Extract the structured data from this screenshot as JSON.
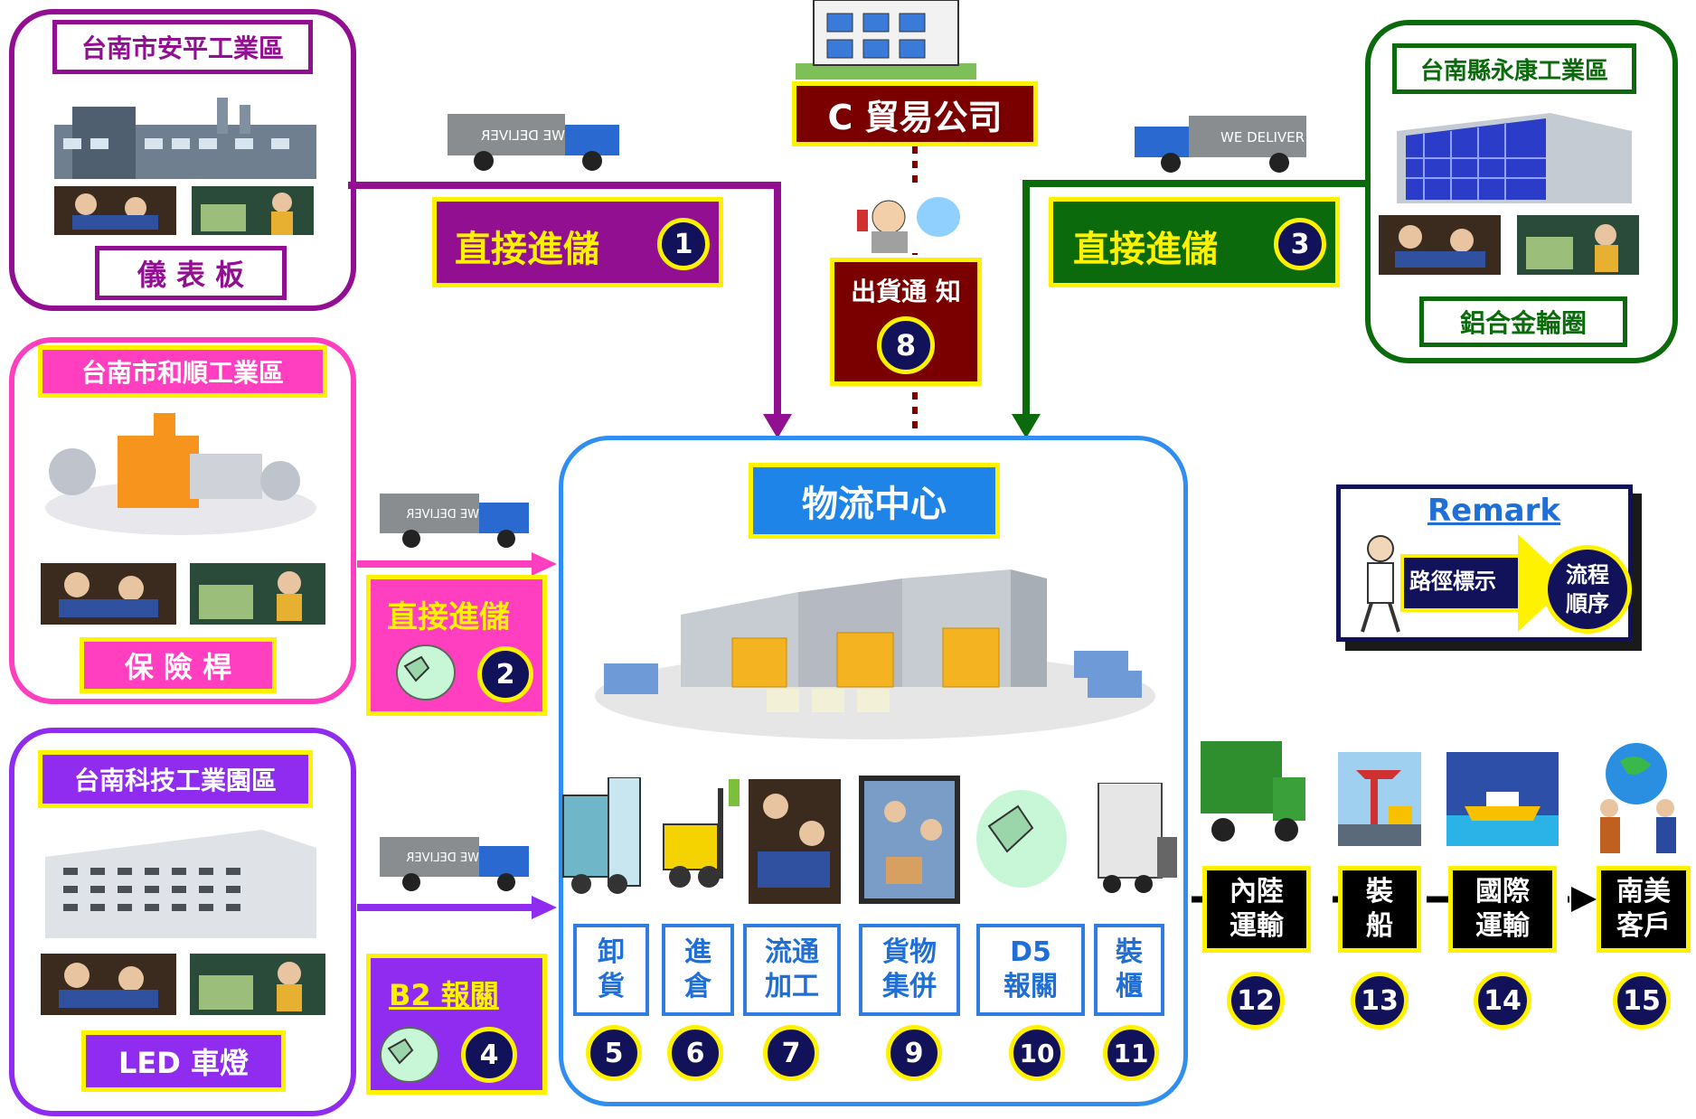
{
  "zones": {
    "anping": {
      "area": "台南市安平工業區",
      "product": "儀 表 板",
      "color": "#920f92"
    },
    "heshun": {
      "area": "台南市和順工業區",
      "product": "保 險 桿",
      "color": "#ff3fbf"
    },
    "science": {
      "area": "台南科技工業園區",
      "product": "LED 車燈",
      "color": "#8f2cf0"
    },
    "yongkang": {
      "area": "台南縣永康工業區",
      "product": "鋁合金輪圈",
      "color": "#0b6a0b"
    }
  },
  "flows": {
    "flow1": {
      "label": "直接進儲",
      "number": "1"
    },
    "flow2": {
      "label": "直接進儲",
      "number": "2"
    },
    "flow3": {
      "label": "直接進儲",
      "number": "3"
    },
    "flow4": {
      "label": "B2 報關",
      "number": "4"
    }
  },
  "truck_text": "WE DELIVER",
  "company": {
    "name": "C 貿易公司"
  },
  "notice": {
    "label": "出貨通 知",
    "number": "8"
  },
  "center": {
    "title": "物流中心",
    "color": "#2f8ef0"
  },
  "steps": [
    {
      "label": "卸\n貨",
      "number": "5"
    },
    {
      "label": "進\n倉",
      "number": "6"
    },
    {
      "label": "流通\n加工",
      "number": "7"
    },
    {
      "label": "貨物\n集併",
      "number": "9"
    },
    {
      "label": "D5\n報關",
      "number": "10"
    },
    {
      "label": "裝\n櫃",
      "number": "11"
    }
  ],
  "transport": [
    {
      "label": "內陸\n運輸",
      "number": "12"
    },
    {
      "label": "裝\n船",
      "number": "13"
    },
    {
      "label": "國際\n運輸",
      "number": "14"
    },
    {
      "label": "南美\n客戶",
      "number": "15"
    }
  ],
  "remark": {
    "title": "Remark",
    "path_label": "路徑標示",
    "order_label": "流程\n順序"
  },
  "colors": {
    "yellow": "#fff200",
    "navy": "#12125a",
    "maroon": "#7a0000",
    "purple": "#920f92",
    "pink": "#ff3fbf",
    "violet": "#8f2cf0",
    "green": "#0b6a0b",
    "blue": "#2f8ef0"
  }
}
